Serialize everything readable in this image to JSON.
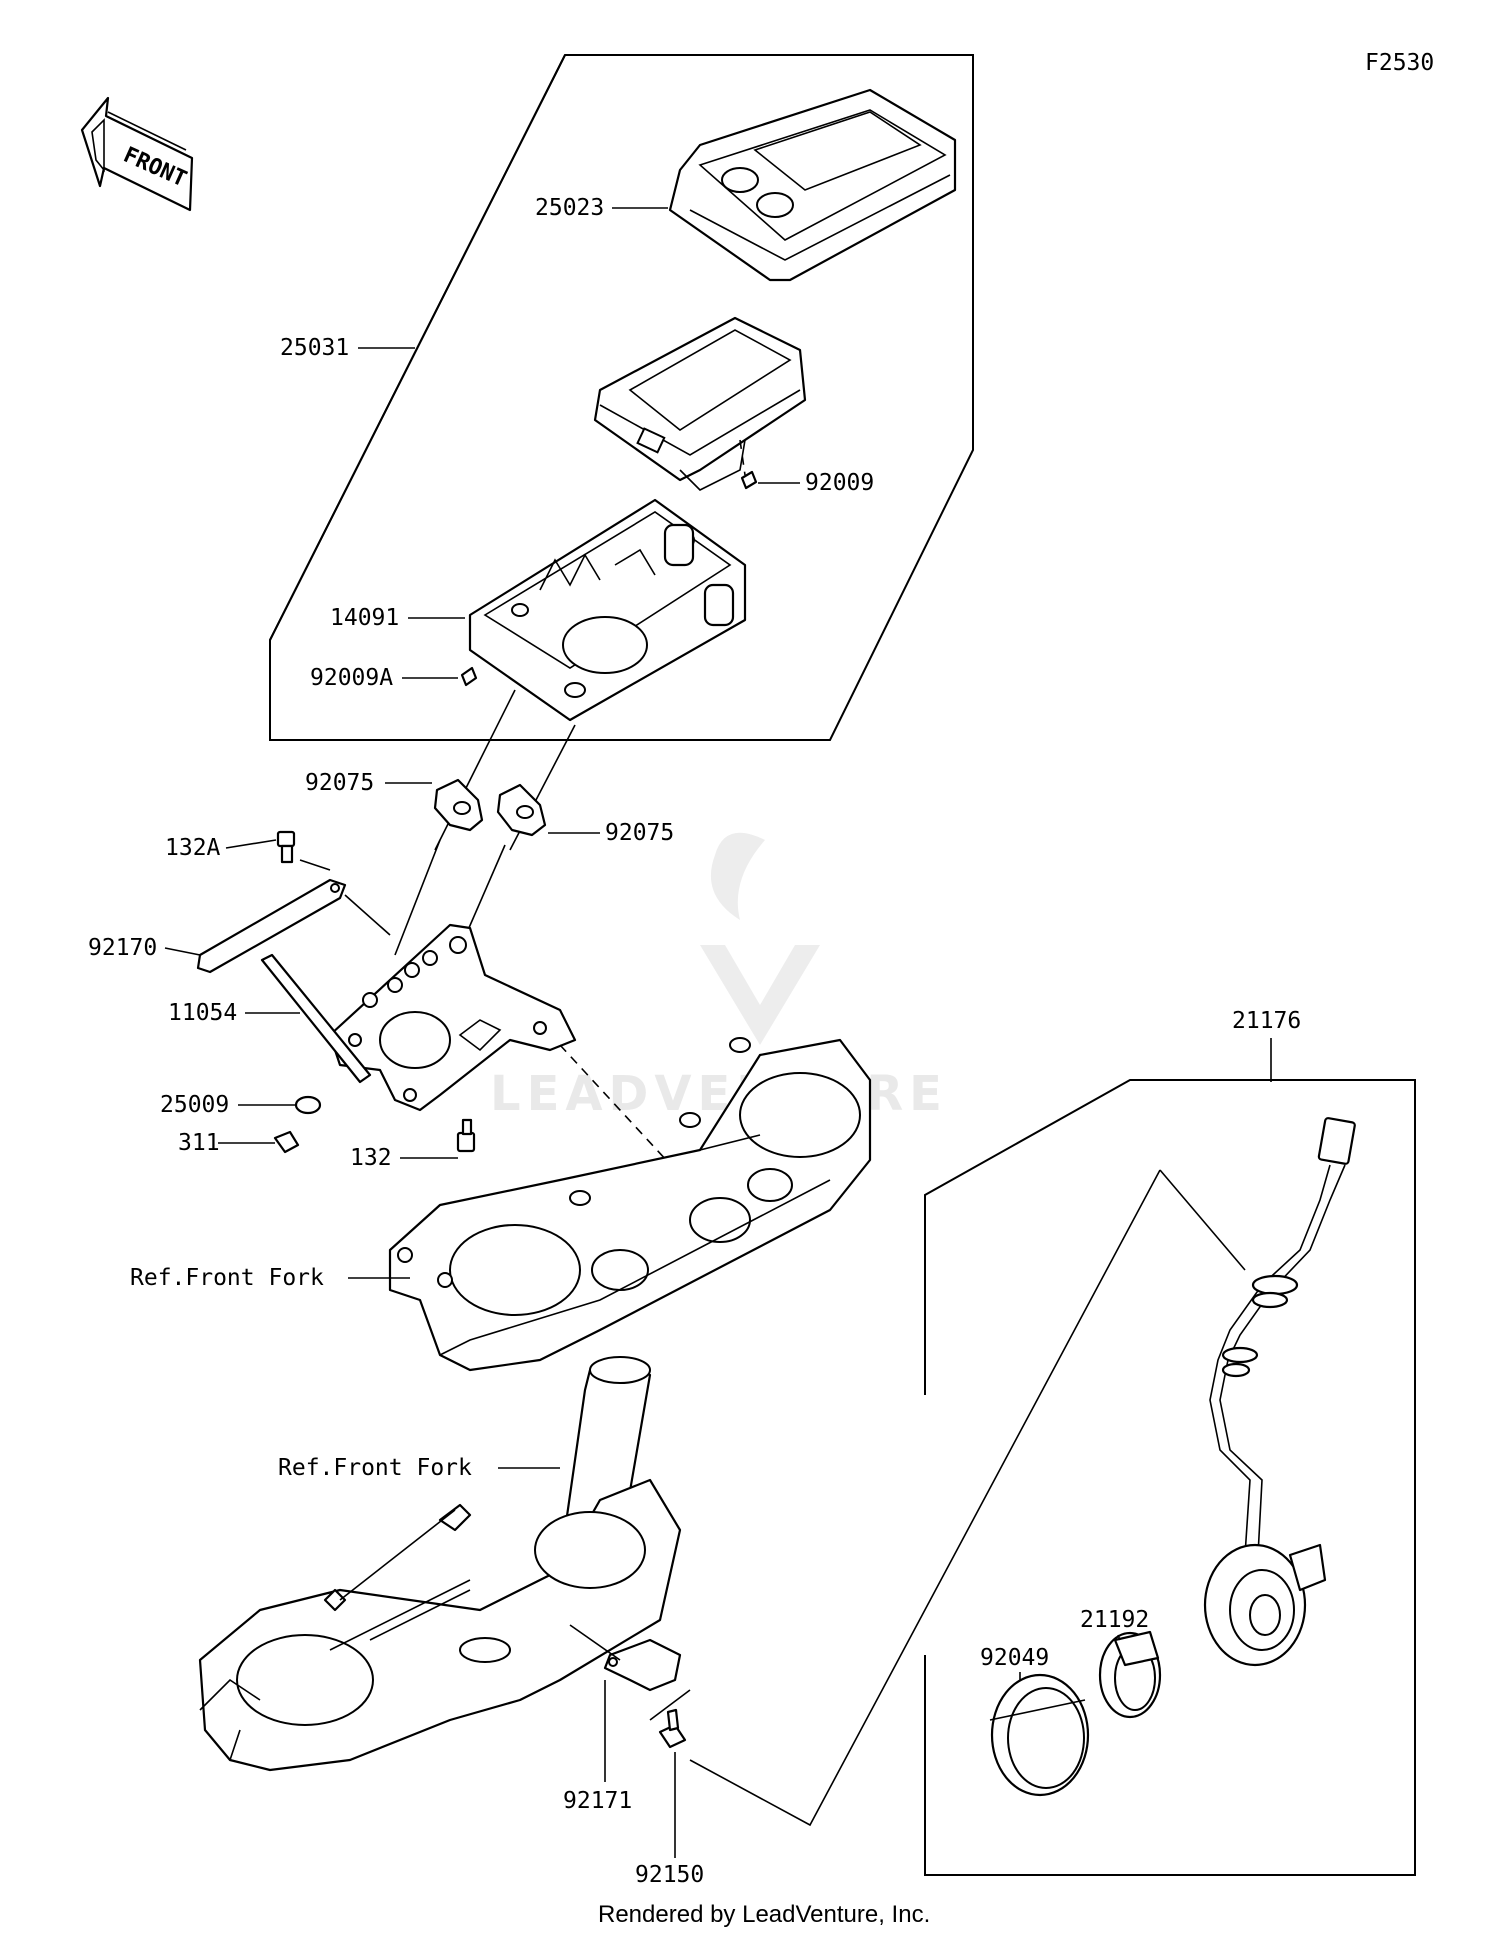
{
  "diagram_code": "F2530",
  "front_arrow_text": "FRONT",
  "watermark_text": "LEADVENTURE",
  "footer_text": "Rendered by LeadVenture, Inc.",
  "parts": {
    "p25023": "25023",
    "p25031": "25031",
    "p92009": "92009",
    "p14091": "14091",
    "p92009A": "92009A",
    "p92075a": "92075",
    "p92075b": "92075",
    "p132A": "132A",
    "p92170": "92170",
    "p11054": "11054",
    "p25009": "25009",
    "p311": "311",
    "p132": "132",
    "ref1": "Ref.Front Fork",
    "ref2": "Ref.Front Fork",
    "p92171": "92171",
    "p92150": "92150",
    "p21176": "21176",
    "p21192": "21192",
    "p92049": "92049"
  }
}
